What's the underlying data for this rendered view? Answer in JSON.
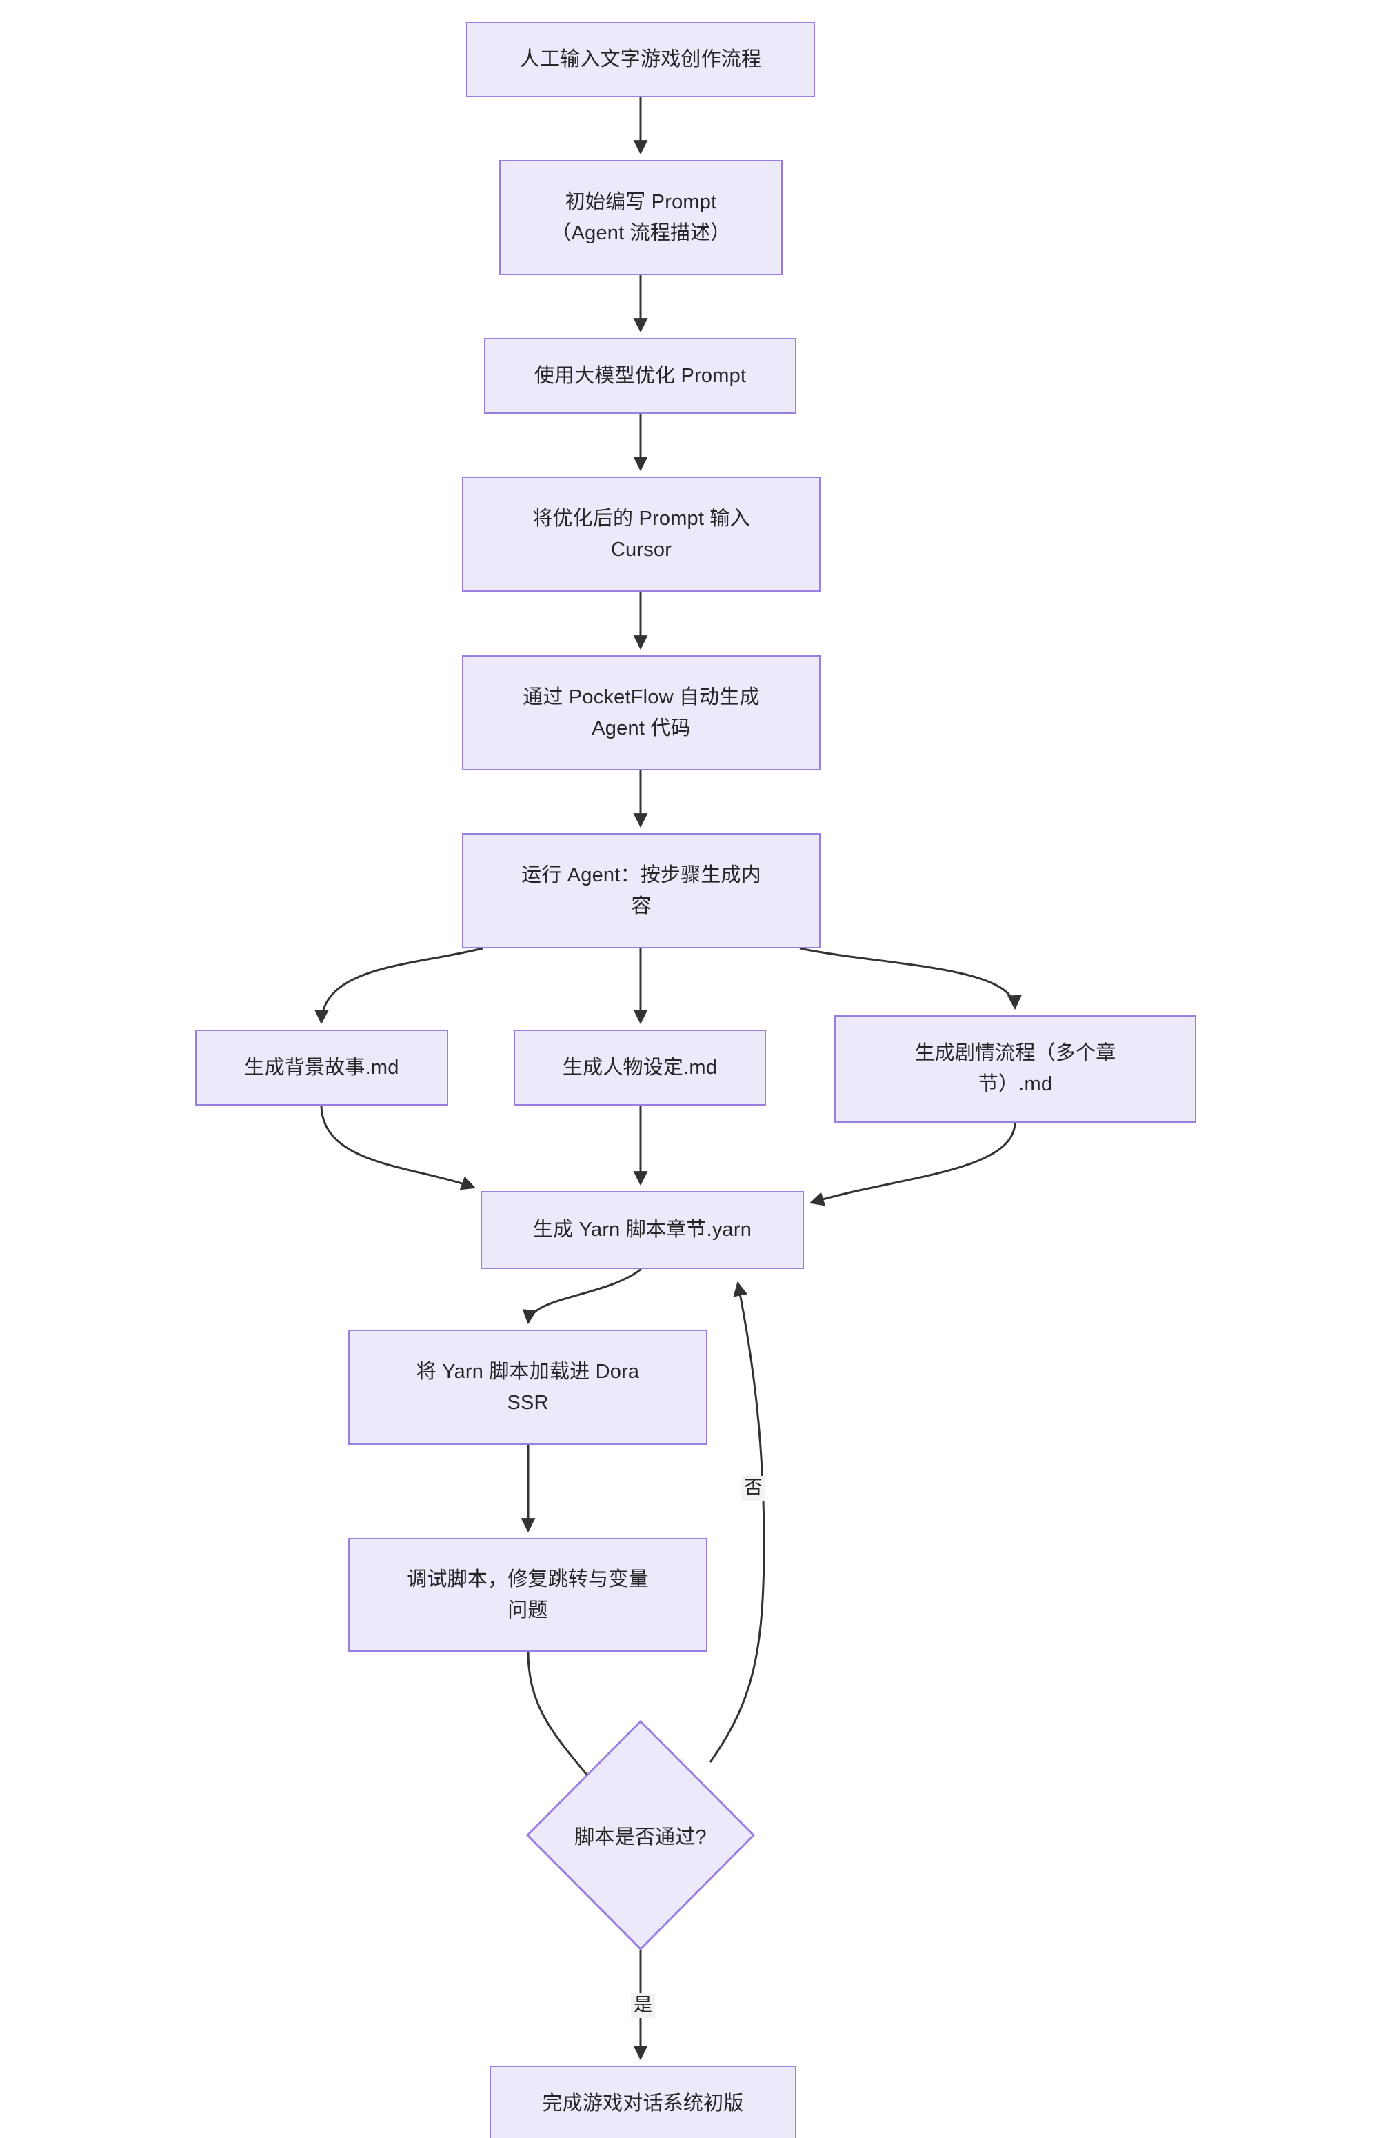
{
  "diagram": {
    "type": "flowchart",
    "direction": "top-to-bottom",
    "theme": {
      "node_fill": "#ECEAFA",
      "node_border": "#9B7FE0",
      "node_text": "#252526",
      "edge_stroke": "#333333",
      "edge_label_bg": "#F2F2F2",
      "background": "#FFFFFF"
    },
    "nodes": {
      "start": {
        "label": "人工输入文字游戏创作流程",
        "shape": "rect"
      },
      "write_prompt": {
        "label": "初始编写 Prompt\n（Agent 流程描述）",
        "shape": "rect"
      },
      "optimize_prompt": {
        "label": "使用大模型优化 Prompt",
        "shape": "rect"
      },
      "input_cursor": {
        "label": "将优化后的 Prompt 输入\nCursor",
        "shape": "rect"
      },
      "pocketflow": {
        "label": "通过 PocketFlow 自动生成\nAgent 代码",
        "shape": "rect"
      },
      "run_agent": {
        "label": "运行 Agent：按步骤生成内\n容",
        "shape": "rect"
      },
      "gen_background": {
        "label": "生成背景故事.md",
        "shape": "rect"
      },
      "gen_character": {
        "label": "生成人物设定.md",
        "shape": "rect"
      },
      "gen_plot": {
        "label": "生成剧情流程（多个章\n节）.md",
        "shape": "rect"
      },
      "gen_yarn": {
        "label": "生成 Yarn 脚本章节.yarn",
        "shape": "rect"
      },
      "load_dora": {
        "label": "将 Yarn 脚本加载进 Dora\nSSR",
        "shape": "rect"
      },
      "debug_script": {
        "label": "调试脚本，修复跳转与变量\n问题",
        "shape": "rect"
      },
      "decision_pass": {
        "label": "脚本是否通过?",
        "shape": "diamond"
      },
      "finish": {
        "label": "完成游戏对话系统初版",
        "shape": "rect"
      }
    },
    "edge_labels": {
      "no": "否",
      "yes": "是"
    },
    "edges": [
      {
        "from": "start",
        "to": "write_prompt",
        "label": ""
      },
      {
        "from": "write_prompt",
        "to": "optimize_prompt",
        "label": ""
      },
      {
        "from": "optimize_prompt",
        "to": "input_cursor",
        "label": ""
      },
      {
        "from": "input_cursor",
        "to": "pocketflow",
        "label": ""
      },
      {
        "from": "pocketflow",
        "to": "run_agent",
        "label": ""
      },
      {
        "from": "run_agent",
        "to": "gen_background",
        "label": ""
      },
      {
        "from": "run_agent",
        "to": "gen_character",
        "label": ""
      },
      {
        "from": "run_agent",
        "to": "gen_plot",
        "label": ""
      },
      {
        "from": "gen_background",
        "to": "gen_yarn",
        "label": ""
      },
      {
        "from": "gen_character",
        "to": "gen_yarn",
        "label": ""
      },
      {
        "from": "gen_plot",
        "to": "gen_yarn",
        "label": ""
      },
      {
        "from": "gen_yarn",
        "to": "load_dora",
        "label": ""
      },
      {
        "from": "load_dora",
        "to": "debug_script",
        "label": ""
      },
      {
        "from": "debug_script",
        "to": "decision_pass",
        "label": ""
      },
      {
        "from": "decision_pass",
        "to": "gen_yarn",
        "label": "否"
      },
      {
        "from": "decision_pass",
        "to": "finish",
        "label": "是"
      }
    ]
  }
}
